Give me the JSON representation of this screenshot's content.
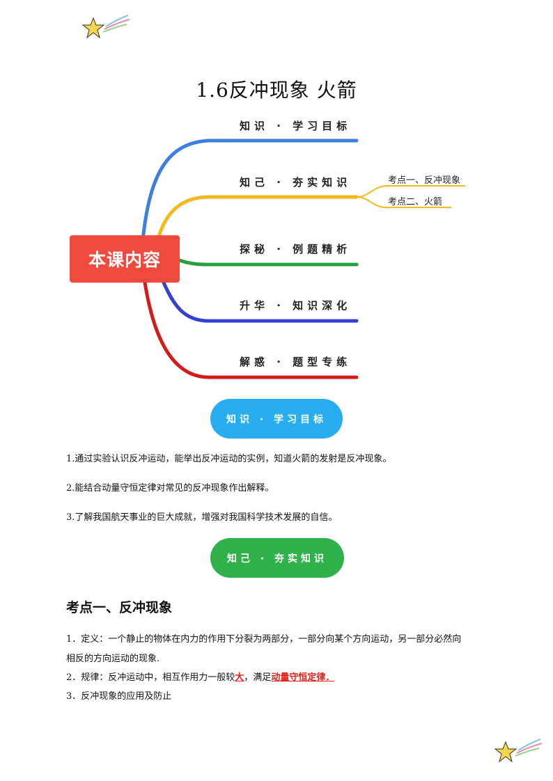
{
  "title": "1.6反冲现象  火箭",
  "mindmap": {
    "center": "本课内容",
    "branches": [
      {
        "label": "知识 · 学习目标",
        "color": "#3b7fe0"
      },
      {
        "label": "知己 · 夯实知识",
        "color": "#f3b81b"
      },
      {
        "label": "探秘 · 例题精析",
        "color": "#24a13a"
      },
      {
        "label": "升华 · 知识深化",
        "color": "#3340d6"
      },
      {
        "label": "解惑 · 题型专练",
        "color": "#d41a1a"
      }
    ],
    "sub_items": [
      "考点一、反冲现象",
      "考点二、火箭"
    ]
  },
  "section1": {
    "pill": "知识 · 学习目标",
    "pill_color": "#28aef0",
    "items": [
      "1.通过实验认识反冲运动，能举出反冲运动的实例，知道火箭的发射是反冲现象。",
      "2.能结合动量守恒定律对常见的反冲现象作出解释。",
      "3.了解我国航天事业的巨大成就，增强对我国科学技术发展的自信。"
    ]
  },
  "section2": {
    "pill": "知己 · 夯实知识",
    "pill_color": "#2fb24a",
    "heading": "考点一、反冲现象",
    "p1_line1": "1．定义：一个静止的物体在内力的作用下分裂为两部分，一部分向某个方向运动，另一部分必然向",
    "p1_line2": "相反的方向运动的现象.",
    "p2_prefix": "2．规律：反冲运动中，相互作用力一般较",
    "p2_red1": "大",
    "p2_mid": "，满足",
    "p2_red2": "动量守恒定律．",
    "p3": "3．反冲现象的应用及防止"
  }
}
